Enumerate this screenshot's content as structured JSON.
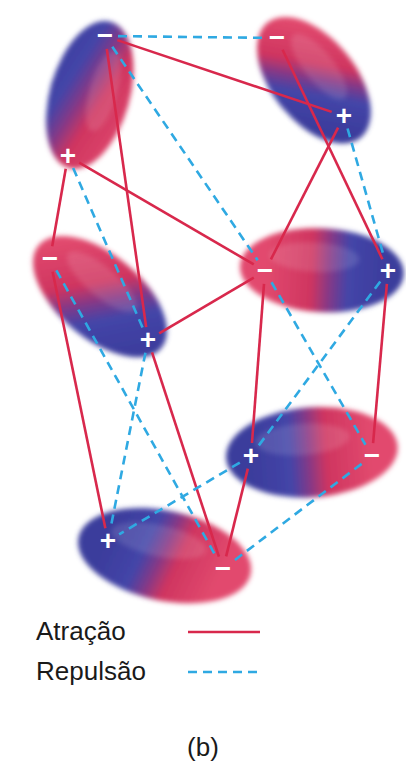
{
  "diagram": {
    "caption": "(b)",
    "nodes": [
      {
        "text": [
          "−",
          "+"
        ]
      },
      {
        "text": [
          "−",
          "+"
        ]
      },
      {
        "text": [
          "−",
          "+"
        ]
      },
      {
        "text": [
          "−",
          "+"
        ]
      },
      {
        "text": [
          "+",
          "−"
        ]
      },
      {
        "text": [
          "+",
          "−"
        ]
      }
    ],
    "edges": [
      {
        "from": 0,
        "to": 1,
        "arrow": "none"
      },
      {
        "from": 0,
        "to": 2,
        "arrow": "none"
      },
      {
        "from": 0,
        "to": 2,
        "arrow": "none"
      },
      {
        "from": 0,
        "to": 3,
        "arrow": "none"
      },
      {
        "from": 1,
        "to": 3,
        "arrow": "none"
      },
      {
        "from": 1,
        "to": 3,
        "arrow": "none"
      },
      {
        "from": 2,
        "to": 3,
        "arrow": "none"
      },
      {
        "from": 2,
        "to": 5,
        "arrow": "none"
      },
      {
        "from": 2,
        "to": 5,
        "arrow": "none"
      },
      {
        "from": 3,
        "to": 4,
        "arrow": "none"
      },
      {
        "from": 3,
        "to": 4,
        "arrow": "none"
      },
      {
        "from": 4,
        "to": 5,
        "arrow": "none"
      },
      {
        "from": 0,
        "to": 1,
        "arrow": "none"
      },
      {
        "from": 0,
        "to": 3,
        "arrow": "none"
      },
      {
        "from": 0,
        "to": 2,
        "arrow": "none"
      },
      {
        "from": 1,
        "to": 3,
        "arrow": "none"
      },
      {
        "from": 2,
        "to": 5,
        "arrow": "none"
      },
      {
        "from": 2,
        "to": 5,
        "arrow": "none"
      },
      {
        "from": 3,
        "to": 4,
        "arrow": "none"
      },
      {
        "from": 3,
        "to": 4,
        "arrow": "none"
      },
      {
        "from": 4,
        "to": 5,
        "arrow": "none"
      },
      {
        "from": 4,
        "to": 5,
        "arrow": "none"
      }
    ],
    "legend": [
      {
        "text": "Atração"
      },
      {
        "text": "Repulsão"
      }
    ]
  }
}
